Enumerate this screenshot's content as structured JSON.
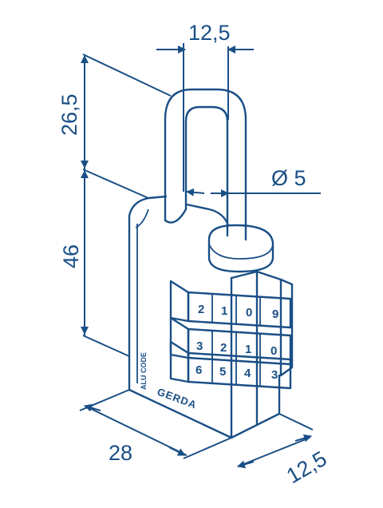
{
  "dimensions": {
    "shackle_width": "12,5",
    "shackle_height": "26,5",
    "diameter": "Ø 5",
    "body_height": "46",
    "body_width": "28",
    "body_depth": "12,5"
  },
  "dials": {
    "row1": [
      "2",
      "1",
      "0",
      "9"
    ],
    "row2": [
      "3",
      "2",
      "1",
      "0"
    ],
    "row3": [
      "6",
      "5",
      "4",
      "3"
    ]
  },
  "labels": {
    "material": "ALU CODE",
    "brand": "GERDA"
  },
  "colors": {
    "line": "#1a4f86",
    "background": "#ffffff"
  }
}
